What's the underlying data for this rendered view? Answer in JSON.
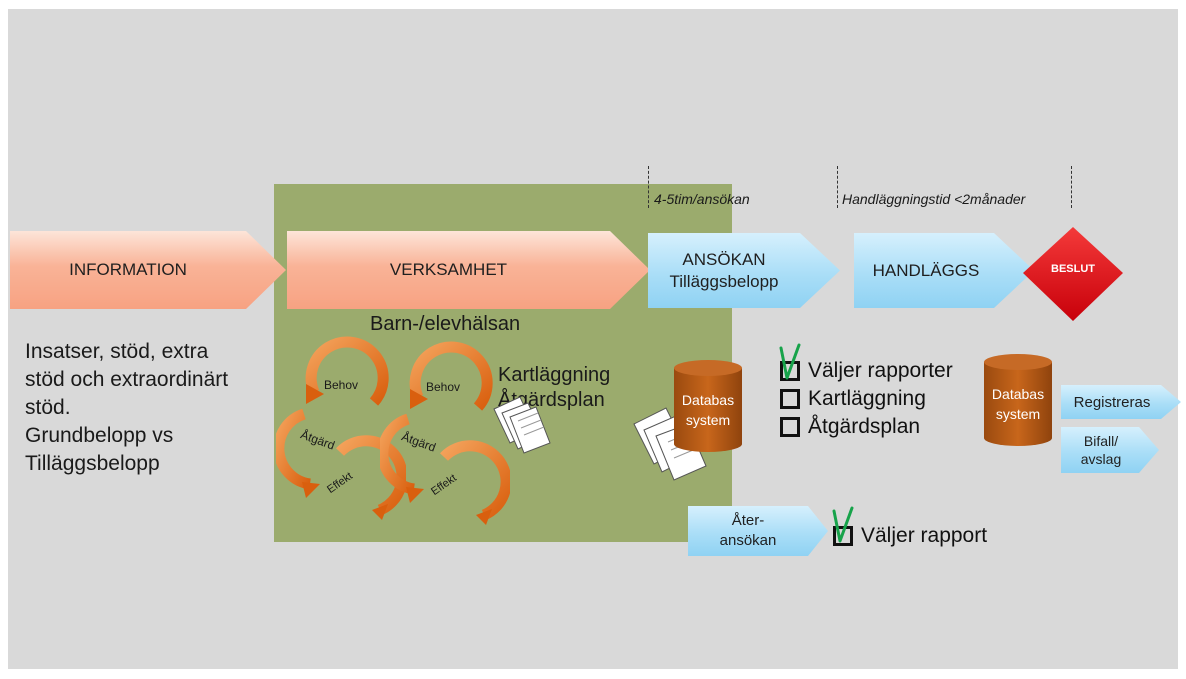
{
  "flow": {
    "information": "INFORMATION",
    "verksamhet": "VERKSAMHET",
    "ansokan_line1": "ANSÖKAN",
    "ansokan_line2": "Tilläggsbelopp",
    "handlaggs": "HANDLÄGGS",
    "beslut": "BESLUT"
  },
  "notes": {
    "time_per_application": "4-5tim/ansökan",
    "processing_time": "Handläggningstid <2månader"
  },
  "left_text": {
    "line1": "Insatser, stöd, extra",
    "line2": "stöd och extraordinärt",
    "line3": "stöd.",
    "line4": "Grundbelopp vs",
    "line5": "Tilläggsbelopp"
  },
  "verksamhet_box": {
    "heading": "Barn-/elevhälsan",
    "cycle1": {
      "behov": "Behov",
      "atgard": "Åtgärd",
      "effekt": "Effekt"
    },
    "cycle2": {
      "behov": "Behov",
      "atgard": "Åtgärd",
      "effekt": "Effekt"
    },
    "docs_line1": "Kartläggning",
    "docs_line2": "Åtgärdsplan"
  },
  "database1": {
    "line1": "Databas",
    "line2": "system"
  },
  "database2": {
    "line1": "Databas",
    "line2": "system"
  },
  "checklist": [
    {
      "label": "Väljer rapporter",
      "checked": true
    },
    {
      "label": "Kartläggning",
      "checked": false
    },
    {
      "label": "Åtgärdsplan",
      "checked": false
    }
  ],
  "outcomes": {
    "registreras": "Registreras",
    "bifall_line1": "Bifall/",
    "bifall_line2": "avslag"
  },
  "reapplication": {
    "label_line1": "Åter-",
    "label_line2": "ansökan",
    "check_label": "Väljer rapport"
  },
  "colors": {
    "slide_bg": "#d9d9d9",
    "green_box": "#9bab6d",
    "salmon_arrow": "#f9b397",
    "blue_arrow": "#aadef7",
    "beslut_red": "#e30613",
    "cycle_orange": "#e8721c",
    "cylinder_brown": "#b85a14",
    "check_green": "#17a34a"
  },
  "icons": [
    "cycle-arrows-icon",
    "document-stack-icon",
    "database-cylinder-icon",
    "checkbox-icon",
    "checkmark-icon",
    "diamond-icon"
  ]
}
